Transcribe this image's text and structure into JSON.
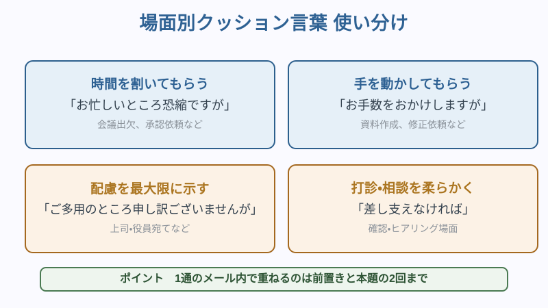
{
  "title": "場面別クッション言葉 使い分け",
  "theme": {
    "background": "#fafaff",
    "cool_border": "#2c5f8d",
    "cool_fill": "#e6f0f8",
    "cool_heading": "#2e6193",
    "warm_border": "#a4681f",
    "warm_fill": "#fcf2e6",
    "warm_heading": "#ab7520",
    "quote_text": "#33414e",
    "caption_text": "#8a9199",
    "footer_border": "#4a7a52",
    "footer_fill": "#eef5ee",
    "footer_text": "#2e5435"
  },
  "cards": [
    {
      "heading": "時間を割いてもらう",
      "quote": "「お忙しいところ恐縮ですが」",
      "caption": "会議出欠、承認依頼など",
      "theme": "cool"
    },
    {
      "heading": "手を動かしてもらう",
      "quote": "「お手数をおかけしますが」",
      "caption": "資料作成、修正依頼など",
      "theme": "cool"
    },
    {
      "heading": "配慮を最大限に示す",
      "quote": "「ご多用のところ申し訳ございませんが」",
      "caption": "上司・役員宛てなど",
      "theme": "warm"
    },
    {
      "heading": "打診・相談を柔らかく",
      "quote": "「差し支えなければ」",
      "caption": "確認・ヒアリング場面",
      "theme": "warm"
    }
  ],
  "footer": {
    "text": "ポイント　1通のメール内で重ねるのは前置きと本題の2回まで"
  }
}
